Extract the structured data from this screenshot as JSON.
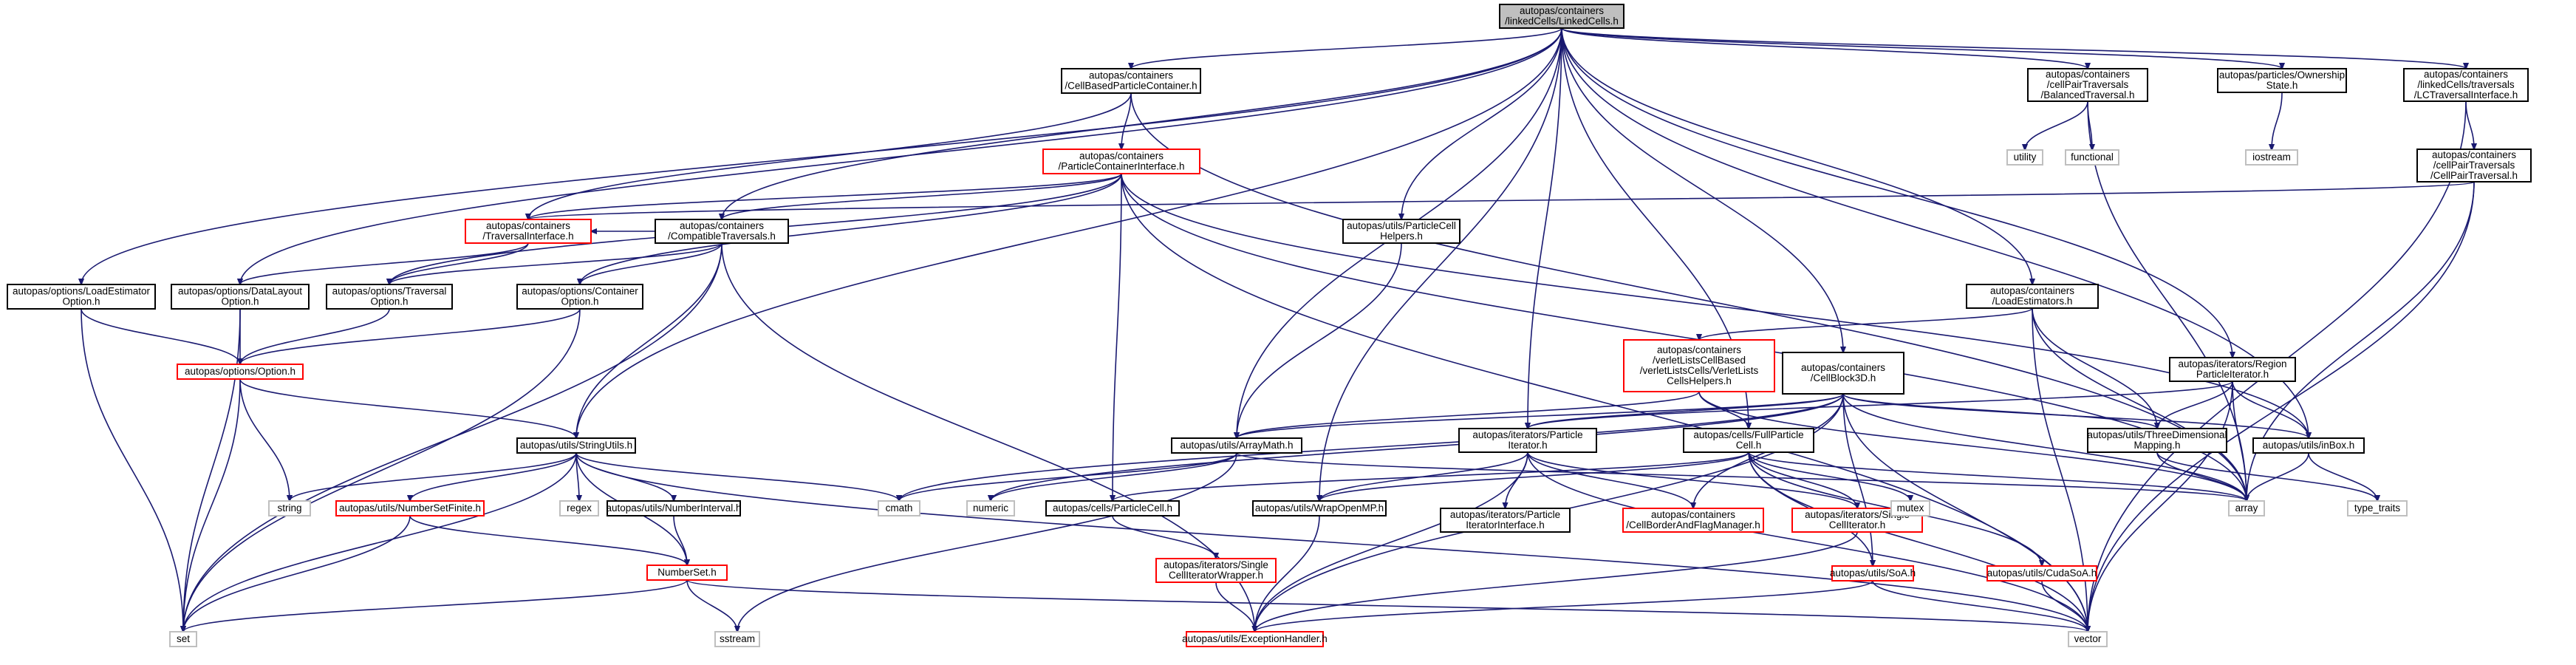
{
  "colors": {
    "edge": "#191970",
    "root_fill": "#bfbfbf",
    "root_border": "#000000",
    "normal_border": "#000000",
    "truncated_border": "#ff0000",
    "system_border": "#bfbfbf",
    "text": "#000000"
  },
  "nodes": [
    {
      "id": "root",
      "kind": "root",
      "lines": [
        "autopas/containers",
        "/linkedCells/LinkedCells.h"
      ]
    },
    {
      "id": "cbpc",
      "kind": "normal",
      "lines": [
        "autopas/containers",
        "/CellBasedParticleContainer.h"
      ]
    },
    {
      "id": "pci",
      "kind": "truncated",
      "lines": [
        "autopas/containers",
        "/ParticleContainerInterface.h"
      ]
    },
    {
      "id": "ti",
      "kind": "truncated",
      "lines": [
        "autopas/containers",
        "/TraversalInterface.h"
      ]
    },
    {
      "id": "ct",
      "kind": "normal",
      "lines": [
        "autopas/containers",
        "/CompatibleTraversals.h"
      ]
    },
    {
      "id": "lest",
      "kind": "normal",
      "lines": [
        "autopas/options/LoadEstimator",
        "Option.h"
      ]
    },
    {
      "id": "dl",
      "kind": "normal",
      "lines": [
        "autopas/options/DataLayout",
        "Option.h"
      ]
    },
    {
      "id": "trav",
      "kind": "normal",
      "lines": [
        "autopas/options/Traversal",
        "Option.h"
      ]
    },
    {
      "id": "cont",
      "kind": "normal",
      "lines": [
        "autopas/options/Container",
        "Option.h"
      ]
    },
    {
      "id": "opt",
      "kind": "truncated",
      "lines": [
        "autopas/options/Option.h"
      ]
    },
    {
      "id": "su",
      "kind": "normal",
      "lines": [
        "autopas/utils/StringUtils.h"
      ]
    },
    {
      "id": "nsf",
      "kind": "truncated",
      "lines": [
        "autopas/utils/NumberSetFinite.h"
      ]
    },
    {
      "id": "ni",
      "kind": "normal",
      "lines": [
        "autopas/utils/NumberInterval.h"
      ]
    },
    {
      "id": "ns",
      "kind": "truncated",
      "lines": [
        "NumberSet.h"
      ]
    },
    {
      "id": "pch",
      "kind": "normal",
      "lines": [
        "autopas/utils/ParticleCell",
        "Helpers.h"
      ]
    },
    {
      "id": "am",
      "kind": "normal",
      "lines": [
        "autopas/utils/ArrayMath.h"
      ]
    },
    {
      "id": "pc",
      "kind": "normal",
      "lines": [
        "autopas/cells/ParticleCell.h"
      ]
    },
    {
      "id": "sciw",
      "kind": "truncated",
      "lines": [
        "autopas/iterators/Single",
        "CellIteratorWrapper.h"
      ]
    },
    {
      "id": "eh",
      "kind": "truncated",
      "lines": [
        "autopas/utils/ExceptionHandler.h"
      ]
    },
    {
      "id": "womp",
      "kind": "normal",
      "lines": [
        "autopas/utils/WrapOpenMP.h"
      ]
    },
    {
      "id": "pit",
      "kind": "normal",
      "lines": [
        "autopas/iterators/Particle",
        "Iterator.h"
      ]
    },
    {
      "id": "piti",
      "kind": "normal",
      "lines": [
        "autopas/iterators/Particle",
        "IteratorInterface.h"
      ]
    },
    {
      "id": "vlh",
      "kind": "truncated",
      "lines": [
        "autopas/containers",
        "/verletListsCellBased",
        "/verletListsCells/VerletLists",
        "CellsHelpers.h"
      ]
    },
    {
      "id": "fpc",
      "kind": "normal",
      "lines": [
        "autopas/cells/FullParticle",
        "Cell.h"
      ]
    },
    {
      "id": "cbfm",
      "kind": "truncated",
      "lines": [
        "autopas/containers",
        "/CellBorderAndFlagManager.h"
      ]
    },
    {
      "id": "sci",
      "kind": "truncated",
      "lines": [
        "autopas/iterators/Single",
        "CellIterator.h"
      ]
    },
    {
      "id": "soa",
      "kind": "truncated",
      "lines": [
        "autopas/utils/SoA.h"
      ]
    },
    {
      "id": "cudasoa",
      "kind": "truncated",
      "lines": [
        "autopas/utils/CudaSoA.h"
      ]
    },
    {
      "id": "cb3d",
      "kind": "normal",
      "lines": [
        "autopas/containers",
        "/CellBlock3D.h"
      ]
    },
    {
      "id": "le",
      "kind": "normal",
      "lines": [
        "autopas/containers",
        "/LoadEstimators.h"
      ]
    },
    {
      "id": "tdm",
      "kind": "normal",
      "lines": [
        "autopas/utils/ThreeDimensional",
        "Mapping.h"
      ]
    },
    {
      "id": "rpi",
      "kind": "normal",
      "lines": [
        "autopas/iterators/Region",
        "ParticleIterator.h"
      ]
    },
    {
      "id": "inbox",
      "kind": "normal",
      "lines": [
        "autopas/utils/inBox.h"
      ]
    },
    {
      "id": "bt",
      "kind": "normal",
      "lines": [
        "autopas/containers",
        "/cellPairTraversals",
        "/BalancedTraversal.h"
      ]
    },
    {
      "id": "os",
      "kind": "normal",
      "lines": [
        "autopas/particles/Ownership",
        "State.h"
      ]
    },
    {
      "id": "lcti",
      "kind": "normal",
      "lines": [
        "autopas/containers",
        "/linkedCells/traversals",
        "/LCTraversalInterface.h"
      ]
    },
    {
      "id": "cpt",
      "kind": "normal",
      "lines": [
        "autopas/containers",
        "/cellPairTraversals",
        "/CellPairTraversal.h"
      ]
    },
    {
      "id": "utility",
      "kind": "system",
      "lines": [
        "utility"
      ]
    },
    {
      "id": "functional",
      "kind": "system",
      "lines": [
        "functional"
      ]
    },
    {
      "id": "iostream",
      "kind": "system",
      "lines": [
        "iostream"
      ]
    },
    {
      "id": "set",
      "kind": "system",
      "lines": [
        "set"
      ]
    },
    {
      "id": "string",
      "kind": "system",
      "lines": [
        "string"
      ]
    },
    {
      "id": "regex",
      "kind": "system",
      "lines": [
        "regex"
      ]
    },
    {
      "id": "cmath",
      "kind": "system",
      "lines": [
        "cmath"
      ]
    },
    {
      "id": "numeric",
      "kind": "system",
      "lines": [
        "numeric"
      ]
    },
    {
      "id": "sstream",
      "kind": "system",
      "lines": [
        "sstream"
      ]
    },
    {
      "id": "vector",
      "kind": "system",
      "lines": [
        "vector"
      ]
    },
    {
      "id": "array",
      "kind": "system",
      "lines": [
        "array"
      ]
    },
    {
      "id": "mutex",
      "kind": "system",
      "lines": [
        "mutex"
      ]
    },
    {
      "id": "type_traits",
      "kind": "system",
      "lines": [
        "type_traits"
      ]
    }
  ],
  "edges": [
    [
      "root",
      "cbpc"
    ],
    [
      "root",
      "ct"
    ],
    [
      "root",
      "lest"
    ],
    [
      "root",
      "dl"
    ],
    [
      "root",
      "su"
    ],
    [
      "root",
      "pch"
    ],
    [
      "root",
      "am"
    ],
    [
      "root",
      "womp"
    ],
    [
      "root",
      "pit"
    ],
    [
      "root",
      "fpc"
    ],
    [
      "root",
      "cb3d"
    ],
    [
      "root",
      "le"
    ],
    [
      "root",
      "rpi"
    ],
    [
      "root",
      "inbox"
    ],
    [
      "root",
      "bt"
    ],
    [
      "root",
      "os"
    ],
    [
      "root",
      "lcti"
    ],
    [
      "cbpc",
      "pci"
    ],
    [
      "cbpc",
      "ti"
    ],
    [
      "cbpc",
      "array"
    ],
    [
      "pci",
      "ti"
    ],
    [
      "pci",
      "ct"
    ],
    [
      "pci",
      "trav"
    ],
    [
      "pci",
      "cont"
    ],
    [
      "pci",
      "pc"
    ],
    [
      "pci",
      "inbox"
    ],
    [
      "pci",
      "vector"
    ],
    [
      "pci",
      "array"
    ],
    [
      "ti",
      "dl"
    ],
    [
      "ti",
      "trav"
    ],
    [
      "ct",
      "ti"
    ],
    [
      "ct",
      "trav"
    ],
    [
      "ct",
      "cont"
    ],
    [
      "ct",
      "su"
    ],
    [
      "ct",
      "eh"
    ],
    [
      "ct",
      "set"
    ],
    [
      "lest",
      "opt"
    ],
    [
      "lest",
      "set"
    ],
    [
      "dl",
      "opt"
    ],
    [
      "dl",
      "set"
    ],
    [
      "trav",
      "opt"
    ],
    [
      "cont",
      "opt"
    ],
    [
      "cont",
      "set"
    ],
    [
      "opt",
      "su"
    ],
    [
      "opt",
      "string"
    ],
    [
      "opt",
      "set"
    ],
    [
      "su",
      "string"
    ],
    [
      "su",
      "regex"
    ],
    [
      "su",
      "cmath"
    ],
    [
      "su",
      "nsf"
    ],
    [
      "su",
      "ni"
    ],
    [
      "su",
      "ns"
    ],
    [
      "su",
      "set"
    ],
    [
      "su",
      "vector"
    ],
    [
      "nsf",
      "ns"
    ],
    [
      "nsf",
      "set"
    ],
    [
      "ni",
      "ns"
    ],
    [
      "ns",
      "set"
    ],
    [
      "ns",
      "sstream"
    ],
    [
      "ns",
      "vector"
    ],
    [
      "pch",
      "am"
    ],
    [
      "am",
      "cmath"
    ],
    [
      "am",
      "numeric"
    ],
    [
      "am",
      "sstream"
    ],
    [
      "am",
      "array"
    ],
    [
      "pc",
      "sciw"
    ],
    [
      "sciw",
      "eh"
    ],
    [
      "womp",
      "eh"
    ],
    [
      "pit",
      "piti"
    ],
    [
      "pit",
      "womp"
    ],
    [
      "pit",
      "cbfm"
    ],
    [
      "pit",
      "sci"
    ],
    [
      "pit",
      "vector"
    ],
    [
      "pit",
      "eh"
    ],
    [
      "vlh",
      "am"
    ],
    [
      "vlh",
      "fpc"
    ],
    [
      "vlh",
      "array"
    ],
    [
      "fpc",
      "pc"
    ],
    [
      "fpc",
      "sci"
    ],
    [
      "fpc",
      "soa"
    ],
    [
      "fpc",
      "cudasoa"
    ],
    [
      "fpc",
      "womp"
    ],
    [
      "fpc",
      "mutex"
    ],
    [
      "fpc",
      "array"
    ],
    [
      "fpc",
      "vector"
    ],
    [
      "sci",
      "eh"
    ],
    [
      "soa",
      "eh"
    ],
    [
      "soa",
      "vector"
    ],
    [
      "cudasoa",
      "vector"
    ],
    [
      "cb3d",
      "am"
    ],
    [
      "cb3d",
      "tdm"
    ],
    [
      "cb3d",
      "inbox"
    ],
    [
      "cb3d",
      "pit"
    ],
    [
      "cb3d",
      "cbfm"
    ],
    [
      "cb3d",
      "eh"
    ],
    [
      "cb3d",
      "cmath"
    ],
    [
      "cb3d",
      "numeric"
    ],
    [
      "cb3d",
      "array"
    ],
    [
      "cb3d",
      "vector"
    ],
    [
      "cb3d",
      "soa"
    ],
    [
      "le",
      "vlh"
    ],
    [
      "le",
      "tdm"
    ],
    [
      "le",
      "array"
    ],
    [
      "le",
      "vector"
    ],
    [
      "tdm",
      "array"
    ],
    [
      "tdm",
      "type_traits"
    ],
    [
      "rpi",
      "pit"
    ],
    [
      "rpi",
      "tdm"
    ],
    [
      "rpi",
      "inbox"
    ],
    [
      "rpi",
      "array"
    ],
    [
      "rpi",
      "vector"
    ],
    [
      "inbox",
      "array"
    ],
    [
      "inbox",
      "type_traits"
    ],
    [
      "bt",
      "utility"
    ],
    [
      "bt",
      "functional"
    ],
    [
      "bt",
      "array"
    ],
    [
      "os",
      "iostream"
    ],
    [
      "lcti",
      "cpt"
    ],
    [
      "lcti",
      "vector"
    ],
    [
      "cpt",
      "ti"
    ],
    [
      "cpt",
      "array"
    ],
    [
      "cpt",
      "vector"
    ]
  ]
}
